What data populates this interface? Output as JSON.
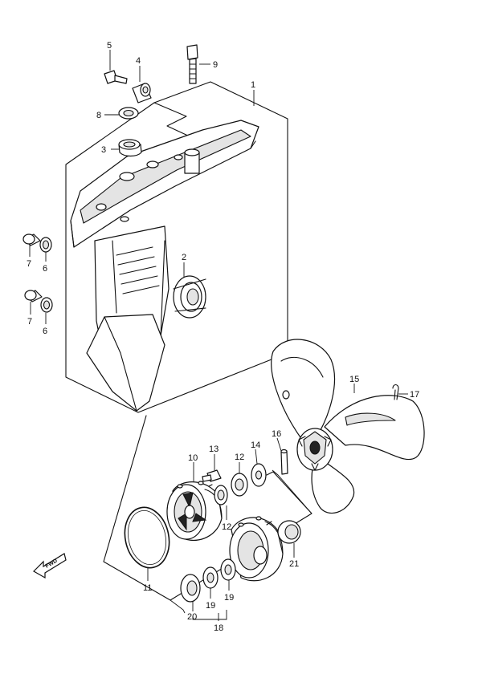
{
  "diagram": {
    "callouts": [
      {
        "id": "c1",
        "number": "1"
      },
      {
        "id": "c2",
        "number": "2"
      },
      {
        "id": "c3",
        "number": "3"
      },
      {
        "id": "c4",
        "number": "4"
      },
      {
        "id": "c5",
        "number": "5"
      },
      {
        "id": "c6a",
        "number": "6"
      },
      {
        "id": "c6b",
        "number": "6"
      },
      {
        "id": "c7a",
        "number": "7"
      },
      {
        "id": "c7b",
        "number": "7"
      },
      {
        "id": "c8",
        "number": "8"
      },
      {
        "id": "c9",
        "number": "9"
      },
      {
        "id": "c10",
        "number": "10"
      },
      {
        "id": "c11",
        "number": "11"
      },
      {
        "id": "c12a",
        "number": "12"
      },
      {
        "id": "c12b",
        "number": "12"
      },
      {
        "id": "c13",
        "number": "13"
      },
      {
        "id": "c14",
        "number": "14"
      },
      {
        "id": "c15",
        "number": "15"
      },
      {
        "id": "c16",
        "number": "16"
      },
      {
        "id": "c17",
        "number": "17"
      },
      {
        "id": "c18",
        "number": "18"
      },
      {
        "id": "c19a",
        "number": "19"
      },
      {
        "id": "c19b",
        "number": "19"
      },
      {
        "id": "c20",
        "number": "20"
      },
      {
        "id": "c21",
        "number": "21"
      }
    ],
    "fwd_label": "FWD"
  }
}
